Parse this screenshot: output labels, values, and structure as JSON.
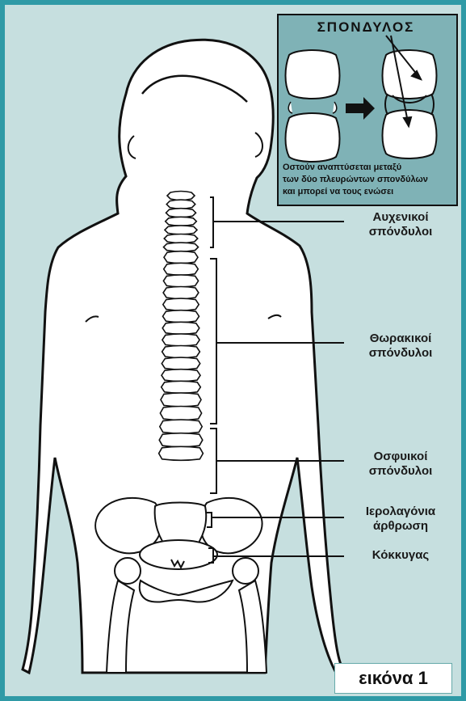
{
  "inset": {
    "title": "ΣΠΟΝΔΥΛΟΣ",
    "caption_lines": [
      "Οστούν αναπτύσεται μεταξύ",
      "των δύο πλευρώντων σπονδύλων",
      "και μπορεί να τους ενώσει"
    ]
  },
  "labels": {
    "cervical": [
      "Αυχενικοί",
      "σπόνδυλοι"
    ],
    "thoracic": [
      "Θωρακικοί",
      "σπόνδυλοι"
    ],
    "lumbar": [
      "Οσφυικοί",
      "σπόνδυλοι"
    ],
    "sacroiliac": [
      "Ιερολαγόνια",
      "άρθρωση"
    ],
    "coccyx": [
      "Κόκκυγας"
    ]
  },
  "figure_label": "εικόνα 1",
  "colors": {
    "background": "#c6dfdf",
    "border": "#2f9aa6",
    "inset_bg": "#7fb2b6",
    "bone": "#ffffff",
    "outline": "#111111"
  }
}
